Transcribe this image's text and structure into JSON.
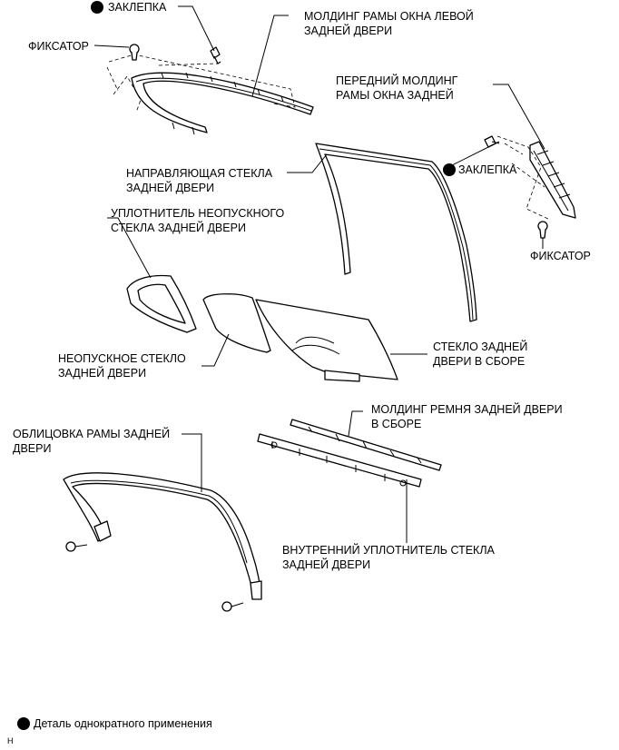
{
  "labels": {
    "rivet_top": "ЗАКЛЕПКА",
    "clip_top": "ФИКСАТОР",
    "molding_left": "МОЛДИНГ РАМЫ ОКНА ЛЕВОЙ\nЗАДНЕЙ ДВЕРИ",
    "molding_front": "ПЕРЕДНИЙ МОЛДИНГ\nРАМЫ ОКНА ЗАДНЕЙ",
    "rivet_right": "ЗАКЛЕПКА",
    "glass_run": "НАПРАВЛЯЮЩАЯ СТЕКЛА\nЗАДНЕЙ ДВЕРИ",
    "quarter_seal": "УПЛОТНИТЕЛЬ НЕОПУСКНОГО\nСТЕКЛА ЗАДНЕЙ ДВЕРИ",
    "clip_right": "ФИКСАТОР",
    "quarter_glass": "НЕОПУСКНОЕ СТЕКЛО\nЗАДНЕЙ ДВЕРИ",
    "door_glass": "СТЕКЛО ЗАДНЕЙ\nДВЕРИ В СБОРЕ",
    "belt_molding": "МОЛДИНГ РЕМНЯ ЗАДНЕЙ ДВЕРИ\nВ СБОРЕ",
    "frame_garnish": "ОБЛИЦОВКА РАМЫ ЗАДНЕЙ\nДВЕРИ",
    "inner_weatherstrip": "ВНУТРЕННИЙ УПЛОТНИТЕЛЬ СТЕКЛА\nЗАДНЕЙ ДВЕРИ",
    "legend_note": "Деталь однократного применения",
    "corner_code": "H"
  }
}
